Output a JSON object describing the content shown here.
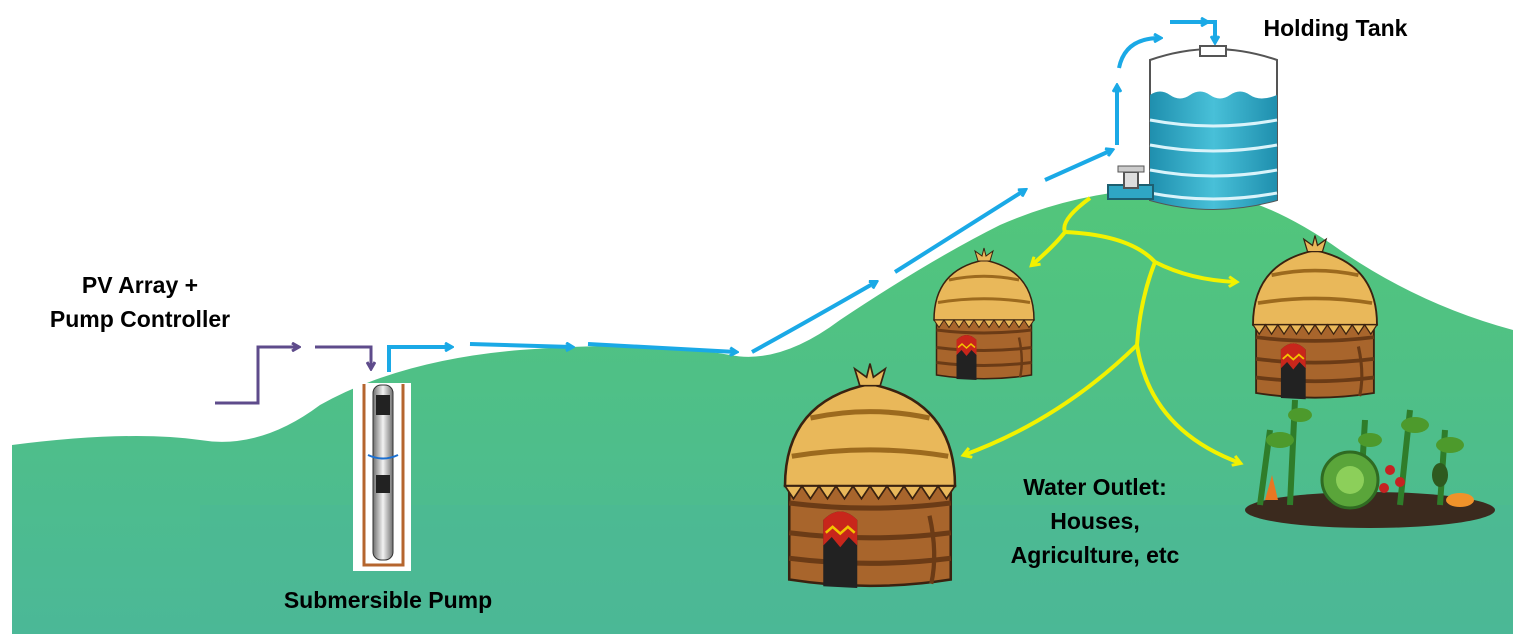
{
  "labels": {
    "pv_line1": "PV Array +",
    "pv_line2": "Pump Controller",
    "pump": "Submersible Pump",
    "tank": "Holding Tank",
    "outlet_line1": "Water Outlet:",
    "outlet_line2": "Houses,",
    "outlet_line3": "Agriculture, etc"
  },
  "colors": {
    "hill": "#4ec47e",
    "hill_bottom": "#4cb895",
    "water_flow": "#1aa9e6",
    "power_flow": "#5e4b8b",
    "distribution": "#f2f200",
    "tank_water": "#2fa6c4",
    "hut_roof": "#e9b85a",
    "hut_wall": "#a8652c"
  },
  "icons": [
    "submersible-pump-icon",
    "water-tank-icon",
    "hut-icon",
    "vegetable-garden-icon"
  ]
}
